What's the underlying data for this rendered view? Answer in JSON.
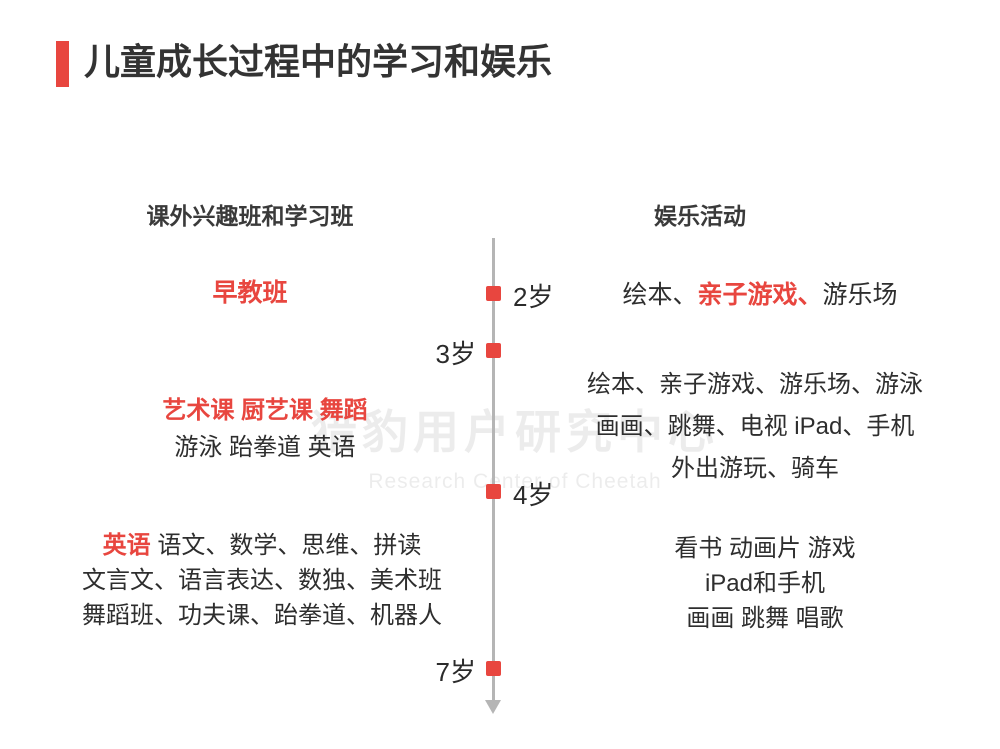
{
  "colors": {
    "accent": "#e8463f",
    "title_text": "#333333",
    "body_text": "#2e2e2e",
    "timeline_line": "#b5b5b5",
    "background": "#ffffff"
  },
  "title": "儿童成长过程中的学习和娱乐",
  "watermark": {
    "cn": "猎豹用户研究中心",
    "en": "Research Center of Cheetah"
  },
  "left_column": {
    "header": "课外兴趣班和学习班",
    "stage1": {
      "line1": "早教班"
    },
    "stage2": {
      "line1": "艺术课 厨艺课 舞蹈",
      "line2": "游泳 跆拳道 英语"
    },
    "stage3": {
      "line1_red": "英语",
      "line1_rest": " 语文、数学、思维、拼读",
      "line2": "文言文、语言表达、数独、美术班",
      "line3": "舞蹈班、功夫课、跆拳道、机器人"
    }
  },
  "right_column": {
    "header": "娱乐活动",
    "stage1": {
      "seg1": "绘本、",
      "seg2_red": "亲子游戏、",
      "seg3": "游乐场"
    },
    "stage2": {
      "line1": "绘本、亲子游戏、游乐场、游泳",
      "line2": "画画、跳舞、电视 iPad、手机",
      "line3": "外出游玩、骑车"
    },
    "stage3": {
      "line1": "看书 动画片 游戏",
      "line2": "iPad和手机",
      "line3": "画画 跳舞 唱歌"
    }
  },
  "timeline": {
    "ages": [
      {
        "label": "2岁"
      },
      {
        "label": "3岁"
      },
      {
        "label": "4岁"
      },
      {
        "label": "7岁"
      }
    ]
  }
}
